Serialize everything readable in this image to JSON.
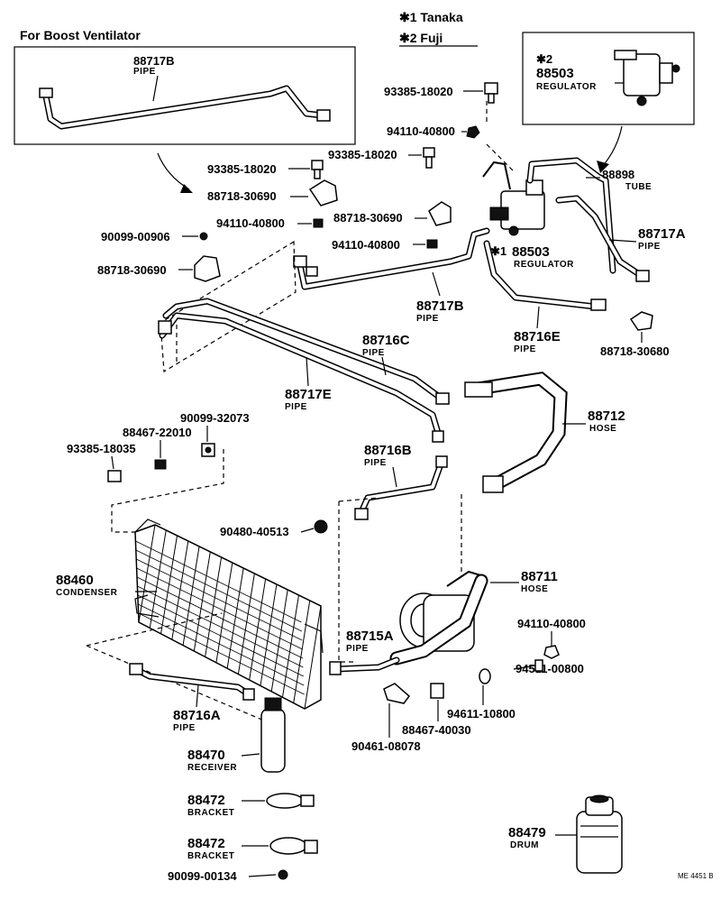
{
  "legend": {
    "note1": "✱1 Tanaka",
    "note2": "✱2 Fuji"
  },
  "inset_ventilator": {
    "title": "For Boost Ventilator",
    "part": "88717B",
    "name": "PIPE"
  },
  "inset_regulator": {
    "mark": "✱2",
    "part": "88503",
    "name": "REGULATOR"
  },
  "labels": {
    "l93385_18020_a": "93385-18020",
    "l94110_40800_a": "94110-40800",
    "l93385_18020_b": "93385-18020",
    "l93385_18020_c": "93385-18020",
    "l88718_30690_a": "88718-30690",
    "l94110_40800_b": "94110-40800",
    "l88718_30690_b": "88718-30690",
    "l94110_40800_c": "94110-40800",
    "l90099_00906": "90099-00906",
    "l88718_30690_c": "88718-30690",
    "l88898": "88898",
    "l88898_n": "TUBE",
    "l88717A": "88717A",
    "l88717A_n": "PIPE",
    "l88503": "88503",
    "l88503_mark": "✱1",
    "l88503_n": "REGULATOR",
    "l88717B": "88717B",
    "l88717B_n": "PIPE",
    "l88716E": "88716E",
    "l88716E_n": "PIPE",
    "l88718_30680": "88718-30680",
    "l88716C": "88716C",
    "l88716C_n": "PIPE",
    "l88717E": "88717E",
    "l88717E_n": "PIPE",
    "l90099_32073": "90099-32073",
    "l88467_22010": "88467-22010",
    "l93385_18035": "93385-18035",
    "l88716B": "88716B",
    "l88716B_n": "PIPE",
    "l88712": "88712",
    "l88712_n": "HOSE",
    "l90480_40513": "90480-40513",
    "l88460": "88460",
    "l88460_n": "CONDENSER",
    "l88711": "88711",
    "l88711_n": "HOSE",
    "l88715A": "88715A",
    "l88715A_n": "PIPE",
    "l94110_40800_d": "94110-40800",
    "l94511_00800": "94511-00800",
    "l94611_10800": "94611-10800",
    "l88467_40030": "88467-40030",
    "l90461_08078": "90461-08078",
    "l88716A": "88716A",
    "l88716A_n": "PIPE",
    "l88470": "88470",
    "l88470_n": "RECEIVER",
    "l88472_a": "88472",
    "l88472_a_n": "BRACKET",
    "l88472_b": "88472",
    "l88472_b_n": "BRACKET",
    "l90099_00134": "90099-00134",
    "l88479": "88479",
    "l88479_n": "DRUM",
    "ref": "ME 4451 B"
  }
}
